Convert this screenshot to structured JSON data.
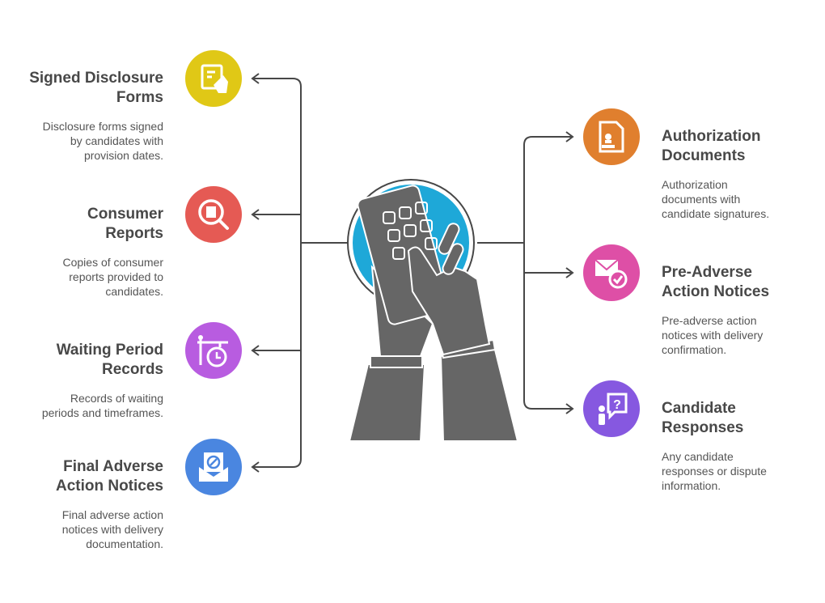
{
  "left_items": [
    {
      "title1": "Signed Disclosure",
      "title2": "Forms",
      "desc": [
        "Disclosure forms signed",
        "by candidates with",
        "provision dates."
      ],
      "color": "#E0C816",
      "icon": "signed-form-icon"
    },
    {
      "title1": "Consumer",
      "title2": "Reports",
      "desc": [
        "Copies of consumer",
        "reports provided to",
        "candidates."
      ],
      "color": "#E55A54",
      "icon": "report-search-icon"
    },
    {
      "title1": "Waiting Period",
      "title2": "Records",
      "desc": [
        "Records of waiting",
        "periods and timeframes."
      ],
      "color": "#B85CE0",
      "icon": "timer-sign-icon"
    },
    {
      "title1": "Final Adverse",
      "title2": "Action Notices",
      "desc": [
        "Final adverse action",
        "notices with delivery",
        "documentation."
      ],
      "color": "#4A86E0",
      "icon": "envelope-block-icon"
    }
  ],
  "right_items": [
    {
      "title1": "Authorization",
      "title2": "Documents",
      "desc": [
        "Authorization",
        "documents with",
        "candidate signatures."
      ],
      "color": "#E07F2E",
      "icon": "document-stamp-icon"
    },
    {
      "title1": "Pre-Adverse",
      "title2": "Action Notices",
      "desc": [
        "Pre-adverse action",
        "notices with delivery",
        "confirmation."
      ],
      "color": "#DE4FA6",
      "icon": "mail-check-icon"
    },
    {
      "title1": "Candidate",
      "title2": "Responses",
      "desc": [
        "Any candidate",
        "responses or dispute",
        "information."
      ],
      "color": "#8658E0",
      "icon": "person-question-icon"
    }
  ],
  "center": {
    "color": "#1EA8D8",
    "icon": "hands-keypad-icon"
  }
}
